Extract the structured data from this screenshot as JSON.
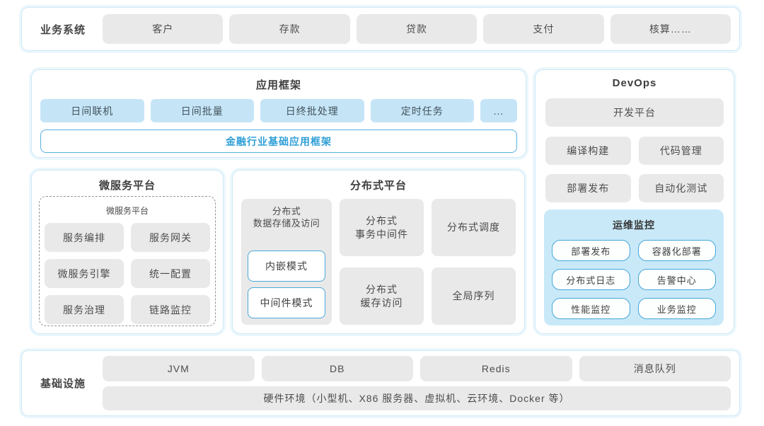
{
  "colors": {
    "accent_blue": "#2e9fd6",
    "light_blue_fill": "#c5e5f7",
    "ops_panel_fill": "#c9e9f8",
    "node_gray_fill": "#e9e9e9",
    "panel_border": "#cfe9f5",
    "node_border_blue": "#45a7d8"
  },
  "business_systems": {
    "label": "业务系统",
    "items": [
      "客户",
      "存款",
      "贷款",
      "支付",
      "核算……"
    ]
  },
  "app_framework": {
    "title": "应用框架",
    "items": [
      "日间联机",
      "日间批量",
      "日终批处理",
      "定时任务",
      "..."
    ],
    "base_bar": "金融行业基础应用框架"
  },
  "devops": {
    "title": "DevOps",
    "platform": "开发平台",
    "items": [
      "编译构建",
      "代码管理",
      "部署发布",
      "自动化测试"
    ],
    "ops_monitoring": {
      "title": "运维监控",
      "items": [
        "部署发布",
        "容器化部署",
        "分布式日志",
        "告警中心",
        "性能监控",
        "业务监控"
      ]
    }
  },
  "microservice_platform": {
    "title": "微服务平台",
    "inner_title": "微服务平台",
    "items": [
      "服务编排",
      "服务网关",
      "微服务引擎",
      "统一配置",
      "服务治理",
      "链路监控"
    ]
  },
  "distributed_platform": {
    "title": "分布式平台",
    "storage": {
      "label_lines": [
        "分布式",
        "数据存储及访问"
      ],
      "modes": [
        "内嵌模式",
        "中间件模式"
      ]
    },
    "cells": {
      "transaction": {
        "lines": [
          "分布式",
          "事务中间件"
        ]
      },
      "scheduling": "分布式调度",
      "cache": {
        "lines": [
          "分布式",
          "缓存访问"
        ]
      },
      "sequence": "全局序列"
    }
  },
  "infrastructure": {
    "label": "基础设施",
    "items": [
      "JVM",
      "DB",
      "Redis",
      "消息队列"
    ],
    "hardware": "硬件环境（小型机、X86 服务器、虚拟机、云环境、Docker 等）"
  }
}
